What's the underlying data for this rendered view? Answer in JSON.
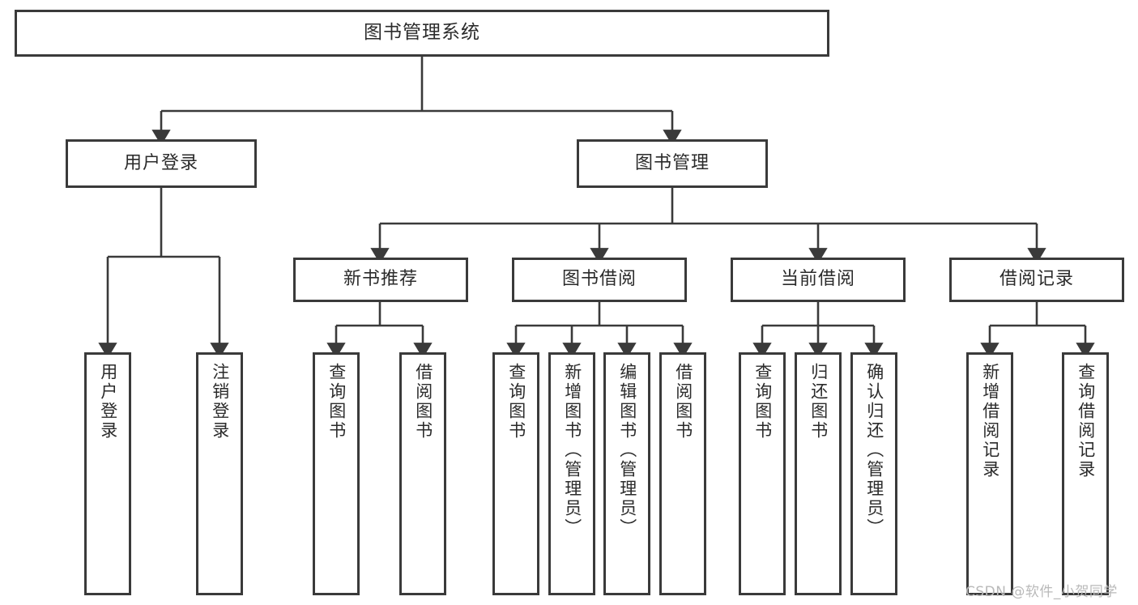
{
  "diagram": {
    "title": "图书管理系统",
    "type": "tree-hierarchy",
    "root": {
      "label": "图书管理系统"
    },
    "level2": [
      {
        "label": "用户登录"
      },
      {
        "label": "图书管理"
      }
    ],
    "level3": [
      {
        "label": "新书推荐"
      },
      {
        "label": "图书借阅"
      },
      {
        "label": "当前借阅"
      },
      {
        "label": "借阅记录"
      }
    ],
    "leaves": {
      "user_login": [
        {
          "label": "用户登录"
        },
        {
          "label": "注销登录"
        }
      ],
      "new_book_recommend": [
        {
          "label": "查询图书"
        },
        {
          "label": "借阅图书"
        }
      ],
      "book_borrow": [
        {
          "label": "查询图书"
        },
        {
          "label": "新增图书（管理员）"
        },
        {
          "label": "编辑图书（管理员）"
        },
        {
          "label": "借阅图书"
        }
      ],
      "current_borrow": [
        {
          "label": "查询图书"
        },
        {
          "label": "归还图书"
        },
        {
          "label": "确认归还（管理员）"
        }
      ],
      "borrow_record": [
        {
          "label": "新增借阅记录"
        },
        {
          "label": "查询借阅记录"
        }
      ]
    }
  },
  "watermark": {
    "text": "CSDN @软件_小贺同学"
  },
  "colors": {
    "border": "#3a3a3a",
    "text": "#2b2b2b",
    "background": "#ffffff",
    "wire": "#3a3a3a",
    "watermark": "#b9b9b9"
  }
}
